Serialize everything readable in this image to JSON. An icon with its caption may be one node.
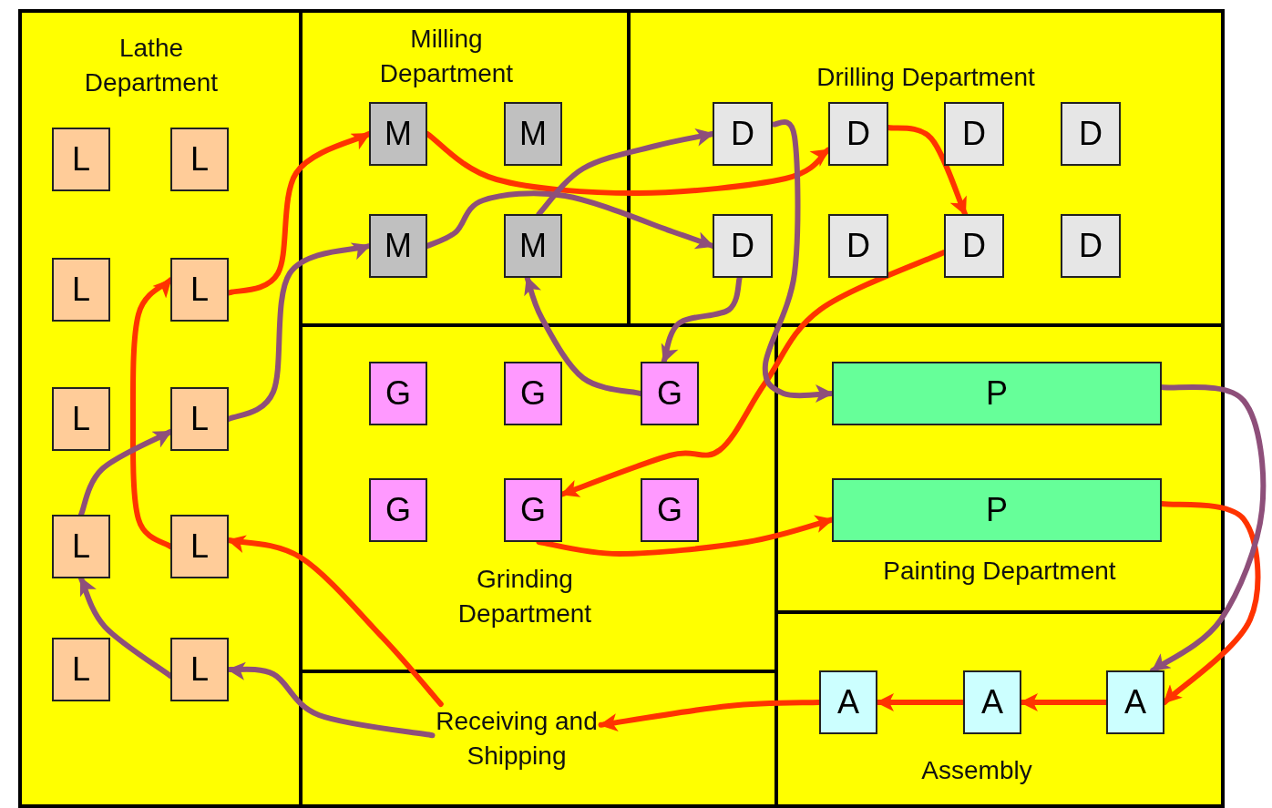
{
  "diagram": {
    "nodes": [
      {
        "text": [
          "Lathe Department"
        ]
      },
      {
        "text": [
          "L"
        ],
        "in": 0
      },
      {
        "text": [
          "L"
        ],
        "in": 0
      },
      {
        "text": [
          "L"
        ],
        "in": 0
      },
      {
        "text": [
          "L"
        ],
        "in": 0
      },
      {
        "text": [
          "L"
        ],
        "in": 0
      },
      {
        "text": [
          "L"
        ],
        "in": 0
      },
      {
        "text": [
          "L"
        ],
        "in": 0
      },
      {
        "text": [
          "L"
        ],
        "in": 0
      },
      {
        "text": [
          "L"
        ],
        "in": 0
      },
      {
        "text": [
          "L"
        ],
        "in": 0
      },
      {
        "text": [
          "Milling Department"
        ]
      },
      {
        "text": [
          "M"
        ],
        "in": 11
      },
      {
        "text": [
          "M"
        ],
        "in": 11
      },
      {
        "text": [
          "M"
        ],
        "in": 11
      },
      {
        "text": [
          "M"
        ],
        "in": 11
      },
      {
        "text": [
          "Drilling Department"
        ]
      },
      {
        "text": [
          "D"
        ],
        "in": 16
      },
      {
        "text": [
          "D"
        ],
        "in": 16
      },
      {
        "text": [
          "D"
        ],
        "in": 16
      },
      {
        "text": [
          "D"
        ],
        "in": 16
      },
      {
        "text": [
          "D"
        ],
        "in": 16
      },
      {
        "text": [
          "D"
        ],
        "in": 16
      },
      {
        "text": [
          "D"
        ],
        "in": 16
      },
      {
        "text": [
          "D"
        ],
        "in": 16
      },
      {
        "text": [
          "Grinding Department"
        ]
      },
      {
        "text": [
          "G"
        ],
        "in": 25
      },
      {
        "text": [
          "G"
        ],
        "in": 25
      },
      {
        "text": [
          "G"
        ],
        "in": 25
      },
      {
        "text": [
          "G"
        ],
        "in": 25
      },
      {
        "text": [
          "G"
        ],
        "in": 25
      },
      {
        "text": [
          "G"
        ],
        "in": 25
      },
      {
        "text": [
          "Painting Department"
        ]
      },
      {
        "text": [
          "P"
        ],
        "in": 32
      },
      {
        "text": [
          "P"
        ],
        "in": 32
      },
      {
        "text": [
          "Receiving and Shipping"
        ]
      },
      {
        "text": [
          "Assembly"
        ]
      },
      {
        "text": [
          "A"
        ],
        "in": 36
      },
      {
        "text": [
          "A"
        ],
        "in": 36
      },
      {
        "text": [
          "A"
        ],
        "in": 36
      }
    ],
    "edges": [
      {
        "from": 35,
        "to": 8,
        "arrow": "to"
      },
      {
        "from": 8,
        "to": 4,
        "arrow": "to"
      },
      {
        "from": 4,
        "to": 12,
        "arrow": "to"
      },
      {
        "from": 12,
        "to": 18,
        "arrow": "to"
      },
      {
        "from": 18,
        "to": 23,
        "arrow": "to"
      },
      {
        "from": 23,
        "to": 30,
        "arrow": "to"
      },
      {
        "from": 30,
        "to": 34,
        "arrow": "to"
      },
      {
        "from": 34,
        "to": 39,
        "arrow": "to"
      },
      {
        "from": 39,
        "to": 38,
        "arrow": "to"
      },
      {
        "from": 38,
        "to": 37,
        "arrow": "to"
      },
      {
        "from": 37,
        "to": 35,
        "arrow": "to"
      },
      {
        "from": 35,
        "to": 10,
        "arrow": "to",
        "color": "#8e4f7a"
      },
      {
        "from": 10,
        "to": 7,
        "arrow": "to",
        "color": "#8e4f7a"
      },
      {
        "from": 7,
        "to": 6,
        "arrow": "to",
        "color": "#8e4f7a"
      },
      {
        "from": 6,
        "to": 14,
        "arrow": "to",
        "color": "#8e4f7a"
      },
      {
        "from": 14,
        "to": 21,
        "arrow": "to",
        "color": "#8e4f7a"
      },
      {
        "from": 21,
        "to": 28,
        "arrow": "to",
        "color": "#8e4f7a"
      },
      {
        "from": 28,
        "to": 15,
        "arrow": "to",
        "color": "#8e4f7a"
      },
      {
        "from": 15,
        "to": 17,
        "arrow": "to",
        "color": "#8e4f7a"
      },
      {
        "from": 17,
        "to": 33,
        "arrow": "to",
        "color": "#8e4f7a"
      },
      {
        "from": 33,
        "to": 39,
        "arrow": "to",
        "color": "#8e4f7a"
      }
    ]
  }
}
